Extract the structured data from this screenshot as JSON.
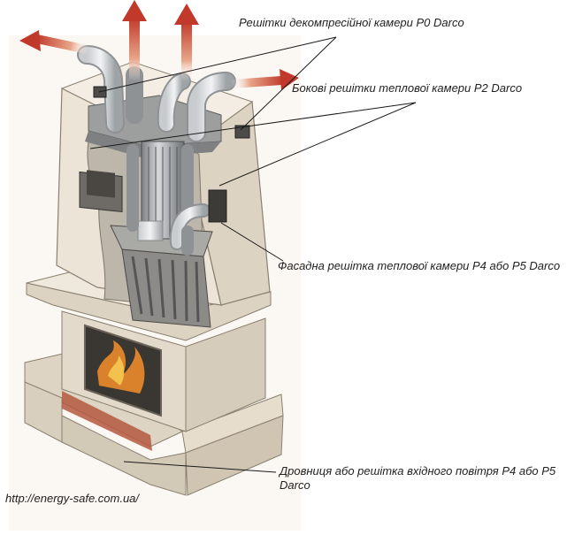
{
  "labels": {
    "p0": "Решітки декомпресійної камери P0 Darco",
    "p2": "Бокові решітки теплової камери P2 Darco",
    "p4": "Фасадна решітка теплової камери P4 або P5 Darco",
    "intake": "Дровниця або решітка вхідного повітря P4 або P5 Darco"
  },
  "source_url": "http://energy-safe.com.ua/",
  "colors": {
    "body": "#e8e0d2",
    "body_shade": "#c9bfae",
    "ash": "#8f8a85",
    "metal": "#a7abae",
    "grille": "#555555",
    "arrow_hot": "#c0392b",
    "fire": "#d9822b",
    "brick": "#b5583e"
  }
}
